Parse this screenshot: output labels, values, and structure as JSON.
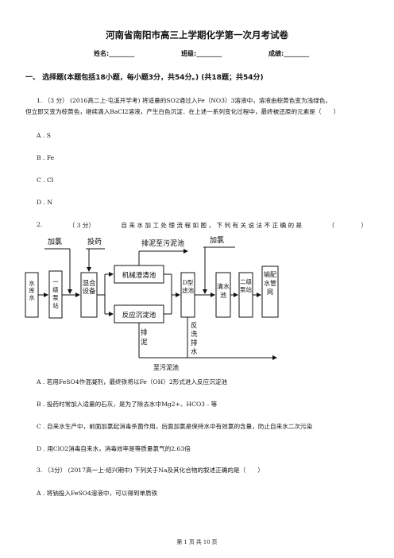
{
  "header": {
    "title": "河南省南阳市高三上学期化学第一次月考试卷",
    "name_label": "姓名:________",
    "class_label": "班级:________",
    "score_label": "成绩:________"
  },
  "section": {
    "title": "一、 选择题(本题包括18小题，每小题3分，共54分。) (共18题；共54分)"
  },
  "q1": {
    "line1": "1. （3 分） (2016高二上·屯溪开学考) 将适量的SO2通过入Fe（NO3）3溶液中，溶液由棕黄色变为浅绿色，",
    "line2": "但立即又变为棕黄色，继续滴入BaCl2溶液，产生白色沉淀．在上述一系列变化过程中，最终被还原的元素是（　　）",
    "options": [
      "A . S",
      "B . Fe",
      "C . Cl",
      "D . N"
    ]
  },
  "q2": {
    "parts": [
      "2.",
      "（ 3 分）",
      "自 来 水 加 工 处 理 流 程 如 图 ， 下 列 有 关 说 法 不 正 确 的 是",
      "（",
      "）"
    ],
    "diagram": {
      "top_labels": {
        "add_cl_1": "加氯",
        "add_drug": "投药",
        "mud_top": "排泥至污泥池",
        "add_cl_2": "加氯"
      },
      "boxes": {
        "reservoir": "水库水",
        "pump1": "一级泵站",
        "mixer": "混合设备",
        "mech_tank": "机械澄清池",
        "react_tank": "反应沉淀池",
        "filter": "D型滤池",
        "clear_tank": "清水池",
        "pump2": "二级泵站",
        "pipe": "输配水管网"
      },
      "bottom_labels": {
        "mud_down": "排泥",
        "backwash": "反洗排水",
        "to_sludge": "至污泥池"
      }
    },
    "options": [
      "A . 若用FeSO4作混凝剂，最终铁将以Fe（OH）2形式进入反应沉淀池",
      "B . 投药时常加入适量的石灰，是为了除去水中Mg2+、HCO3﹣等",
      "C . 自来水生产中，前面加氯起消毒杀菌作用，后面加氯是保持水中有效氯的含量，防止自来水二次污染",
      "D . 用ClO2消毒自来水，消毒效率是等质量氯气的2.63倍"
    ]
  },
  "q3": {
    "line": "3. （3分） (2017高一上·绍兴期中) 下列关于Na及其化合物的叙述正确的是（　　）",
    "option_a": "A . 将钠投入FeSO4溶液中，可以得到单质铁"
  },
  "footer": {
    "text": "第 1 页 共 10 页"
  }
}
